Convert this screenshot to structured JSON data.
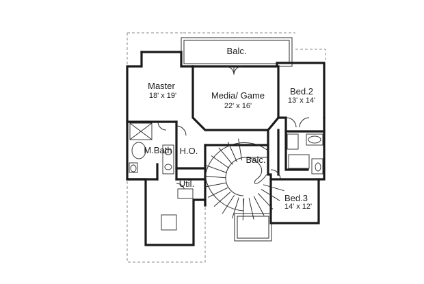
{
  "rooms": {
    "balcony_top": {
      "name": "Balc."
    },
    "master": {
      "name": "Master",
      "size": "18' x 19'"
    },
    "media": {
      "name": "Media/ Game",
      "size": "22' x 16'"
    },
    "bed2": {
      "name": "Bed.2",
      "size": "13' x 14'"
    },
    "mbath": {
      "name": "M.Bath"
    },
    "ho": {
      "name": "H.O."
    },
    "balcony_stair": {
      "name": "Balc."
    },
    "util": {
      "name": "Util."
    },
    "bed3": {
      "name": "Bed.3",
      "size": "14' x 12'"
    }
  },
  "colors": {
    "wall": "#1a1a1a",
    "dashed_outline": "#8a8a8a",
    "background": "#ffffff"
  }
}
